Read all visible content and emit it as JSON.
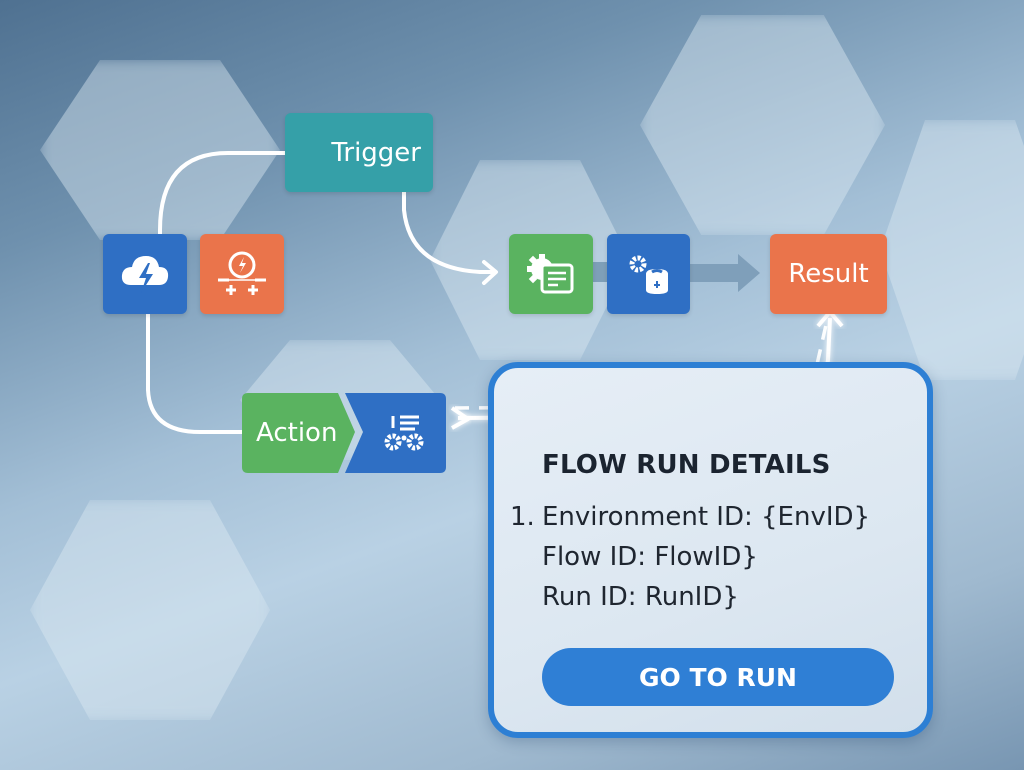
{
  "diagram": {
    "nodes": {
      "trigger": {
        "label": "Trigger",
        "color": "#35a0a8"
      },
      "cloud_event": {
        "icon": "cloud-lightning-icon",
        "color": "#2f6fc4"
      },
      "power_connector": {
        "icon": "power-connector-icon",
        "color": "#ea744b"
      },
      "config_document": {
        "icon": "gear-document-icon",
        "color": "#5ab360"
      },
      "data_process": {
        "icon": "gear-database-icon",
        "color": "#2f6fc4"
      },
      "result": {
        "label": "Result",
        "color": "#ea744b"
      },
      "action": {
        "label": "Action",
        "color": "#5ab360"
      },
      "action_settings": {
        "icon": "list-gears-icon",
        "color": "#2f6fc4"
      }
    }
  },
  "details_card": {
    "title": "FLOW RUN DETAILS",
    "list_number": "1.",
    "items": [
      {
        "text": "Environment ID: {EnvID}"
      },
      {
        "text": "Flow ID: FlowID}"
      },
      {
        "text": "Run ID: RunID}"
      }
    ],
    "button_label": "GO TO RUN",
    "accent_color": "#2d7fd4"
  }
}
